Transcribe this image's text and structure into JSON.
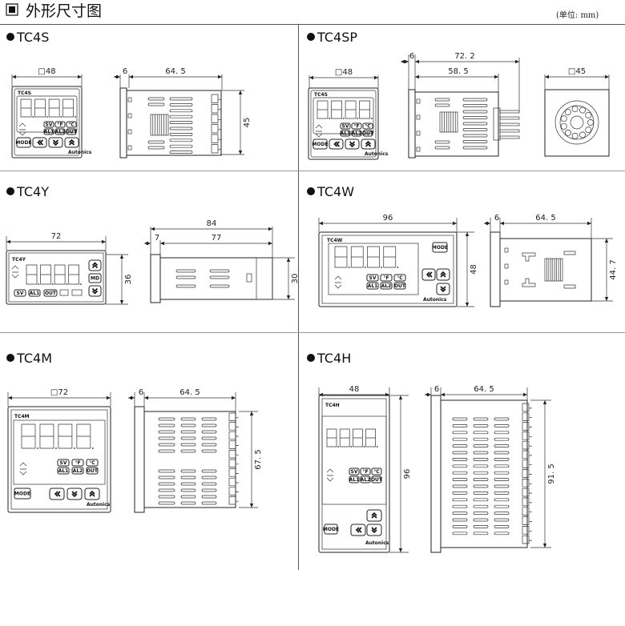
{
  "header": {
    "title": "外形尺寸图",
    "unit": "(单位: mm)",
    "title_icon": "square-box-icon"
  },
  "colors": {
    "line": "#222222",
    "background": "#ffffff"
  },
  "front_labels": {
    "mode": "MODE",
    "sv": "SV",
    "deg_f": "°F",
    "deg_c": "°C",
    "al1": "AL1",
    "al2": "AL2",
    "out": "OUT",
    "md": "MD",
    "brand": "Autonics"
  },
  "sections": {
    "tc4s": {
      "name": "TC4S",
      "panel_label": "TC4S",
      "front_width": "□48",
      "depth_front": "6",
      "depth": "64. 5",
      "height": "45"
    },
    "tc4sp": {
      "name": "TC4SP",
      "panel_label": "TC4S",
      "front_width": "□48",
      "depth_front": "6",
      "total_depth": "72. 2",
      "depth": "58. 5",
      "back_width": "□45"
    },
    "tc4y": {
      "name": "TC4Y",
      "panel_label": "TC4Y",
      "front_width": "72",
      "front_height": "36",
      "total_depth": "84",
      "depth_front": "7",
      "depth": "77",
      "height": "30"
    },
    "tc4w": {
      "name": "TC4W",
      "panel_label": "TC4W",
      "front_width": "96",
      "front_height": "48",
      "depth_front": "6",
      "depth": "64. 5",
      "height": "44. 7"
    },
    "tc4m": {
      "name": "TC4M",
      "panel_label": "TC4M",
      "front_width": "□72",
      "depth_front": "6",
      "depth": "64. 5",
      "height": "67. 5"
    },
    "tc4h": {
      "name": "TC4H",
      "panel_label": "TC4H",
      "front_width": "48",
      "front_height": "96",
      "depth_front": "6",
      "depth": "64. 5",
      "height": "91. 5"
    }
  }
}
